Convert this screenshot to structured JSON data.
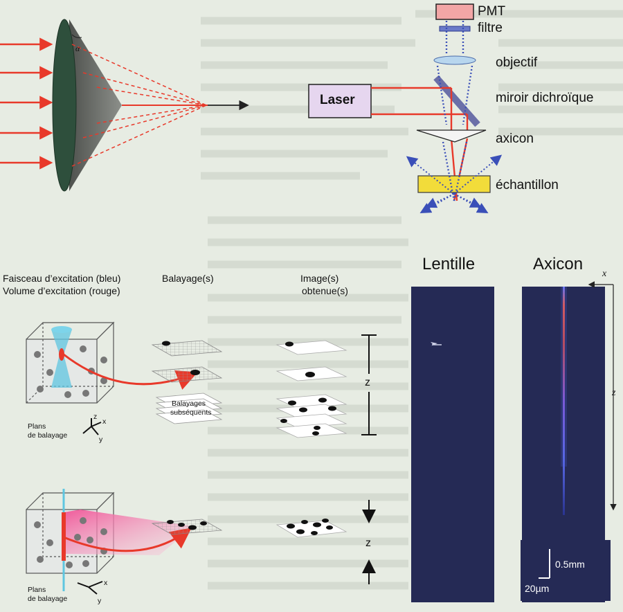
{
  "setup": {
    "laser": "Laser",
    "pmt": "PMT",
    "filtre": "filtre",
    "objectif": "objectif",
    "miroir": "miroir dichroïque",
    "axicon": "axicon",
    "echantillon": "échantillon"
  },
  "cone_alpha": "α",
  "scan": {
    "col1_line1": "Faisceau d’excitation (bleu)",
    "col1_line2": "Volume d’excitation (rouge)",
    "col2": "Balayage(s)",
    "col3_line1": "Image(s)",
    "col3_line2": "obtenue(s)",
    "subsequent_line1": "Balayages",
    "subsequent_line2": "subséquents",
    "planes1_line1": "Plans",
    "planes1_line2": "de balayage",
    "planes2_line1": "Plans",
    "planes2_line2": "de balayage",
    "z_top": "z",
    "z_bottom": "z",
    "axis_z": "z",
    "axis_x": "x",
    "axis_y": "y",
    "axis2_x": "x",
    "axis2_y": "y"
  },
  "panels": {
    "lentille": "Lentille",
    "axicon": "Axicon",
    "axis_x": "x",
    "axis_z": "z",
    "scale_z": "0.5mm",
    "scale_x": "20µm"
  },
  "colors": {
    "laser_red": "#e8392a",
    "beam_blue": "#3a4fb8",
    "cone_green": "#2e4f3c",
    "sample_yellow": "#f2dc3a",
    "panel_navy": "#252a55"
  }
}
